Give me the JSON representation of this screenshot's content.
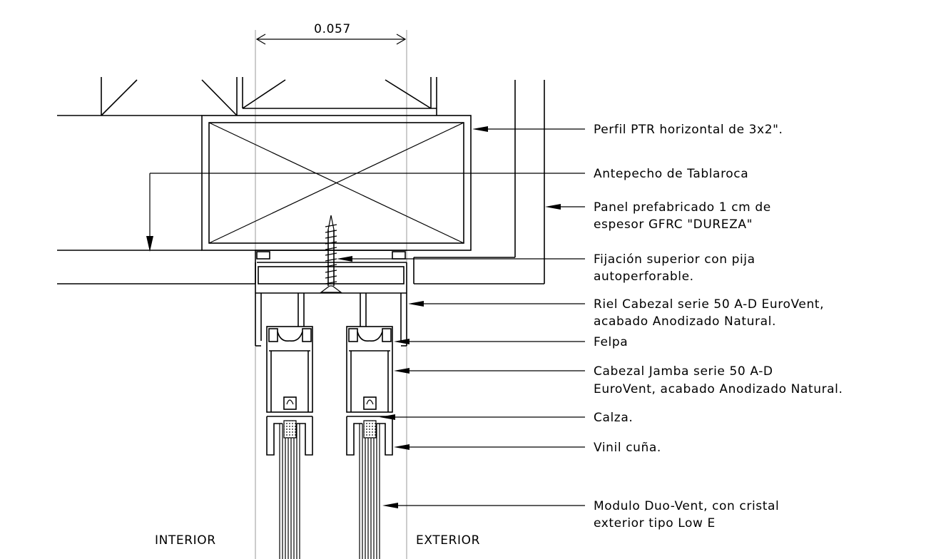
{
  "dimension": {
    "value": "0.057"
  },
  "labels": {
    "perfil_ptr": "Perfil PTR horizontal de 3x2\".",
    "antepecho": "Antepecho de Tablaroca",
    "panel_l1": "Panel prefabricado 1 cm de",
    "panel_l2": "espesor GFRC \"DUREZA\"",
    "fijacion_l1": "Fijación superior con pija",
    "fijacion_l2": "autoperforable.",
    "riel_l1": "Riel Cabezal serie 50 A-D EuroVent,",
    "riel_l2": "acabado Anodizado Natural.",
    "felpa": "Felpa",
    "cabezal_l1": "Cabezal Jamba serie 50 A-D",
    "cabezal_l2": "EuroVent, acabado Anodizado Natural.",
    "calza": "Calza.",
    "vinil": "Vinil cuña.",
    "modulo_l1": "Modulo Duo-Vent, con cristal",
    "modulo_l2": "exterior tipo Low E"
  },
  "zones": {
    "interior": "INTERIOR",
    "exterior": "EXTERIOR"
  }
}
